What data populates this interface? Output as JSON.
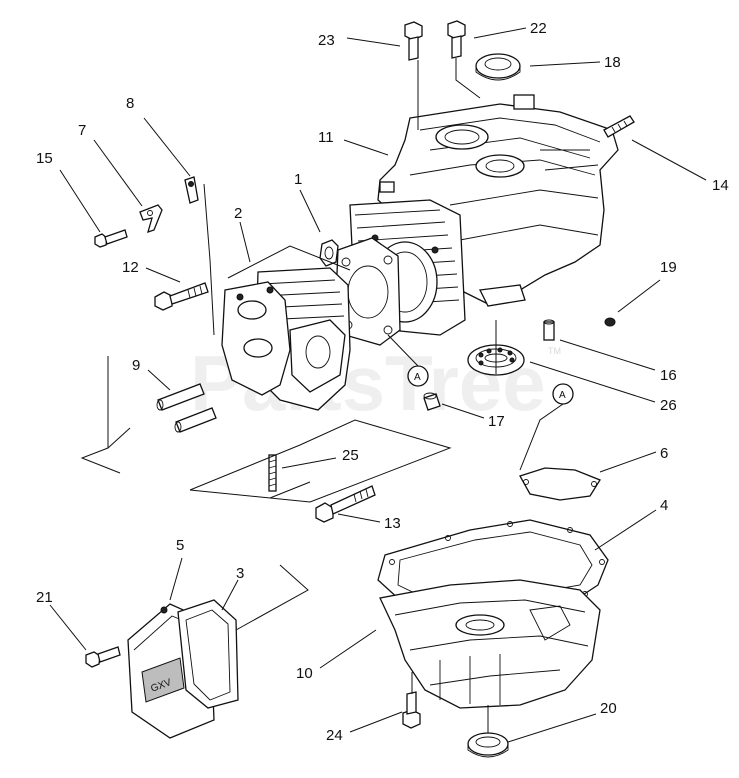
{
  "watermark": "PartsTree",
  "watermark_tm": "TM",
  "reference_marker": "A",
  "emblem_text": "GXV",
  "callouts": {
    "c1": "1",
    "c2": "2",
    "c3": "3",
    "c4": "4",
    "c5": "5",
    "c6": "6",
    "c7": "7",
    "c8": "8",
    "c9": "9",
    "c10": "10",
    "c11": "11",
    "c12": "12",
    "c13": "13",
    "c14": "14",
    "c15": "15",
    "c16": "16",
    "c17": "17",
    "c18": "18",
    "c19": "19",
    "c20": "20",
    "c21": "21",
    "c22": "22",
    "c23": "23",
    "c24": "24",
    "c25": "25",
    "c26": "26"
  }
}
